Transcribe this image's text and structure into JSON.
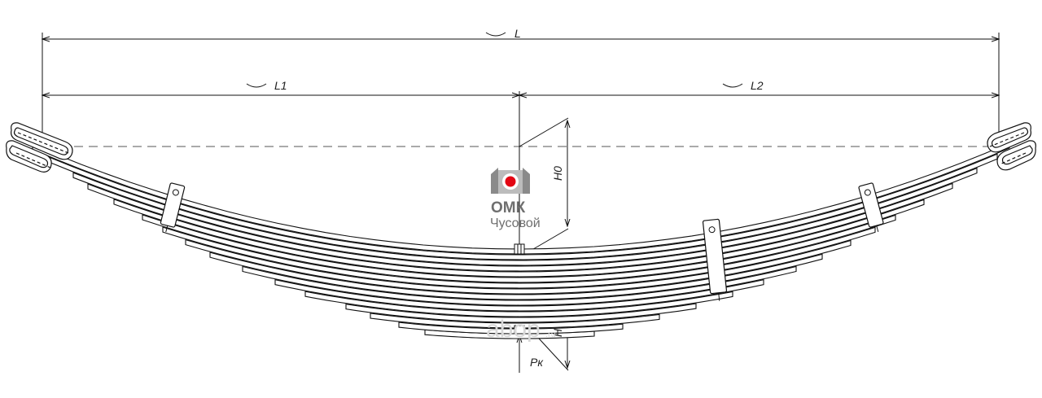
{
  "dimensions": {
    "overall_length": "L",
    "left_length": "L1",
    "right_length": "L2",
    "free_height": "H0",
    "loaded_height": "H",
    "load": "Pк"
  },
  "logo": {
    "name": "ОМК",
    "subtitle": "Чусовой"
  },
  "watermark": {
    "brand": "abop",
    "suffix": ".ru"
  },
  "colors": {
    "line": "#111111",
    "logo_red": "#e30613",
    "logo_gray": "#7a7a7a",
    "watermark": "#d8d8d8"
  }
}
